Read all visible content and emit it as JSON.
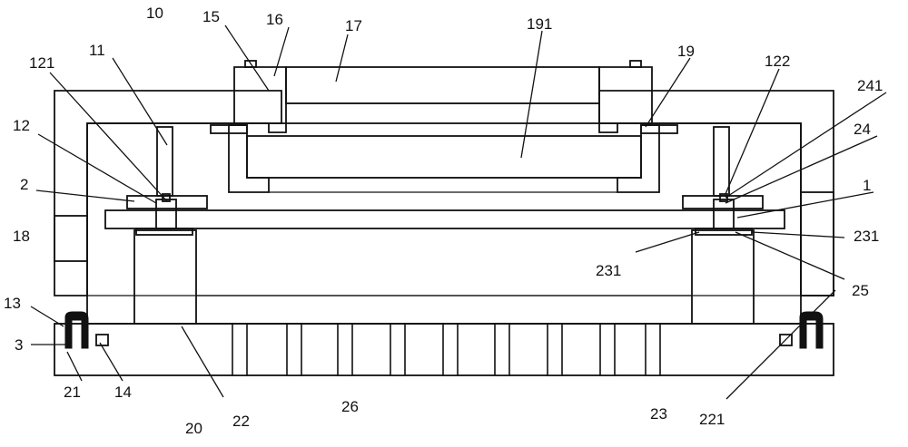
{
  "colors": {
    "line": "#111111",
    "background": "#ffffff",
    "fill_dark": "#111111"
  },
  "labels": {
    "l10": "10",
    "l15": "15",
    "l16": "16",
    "l17": "17",
    "l191": "191",
    "l19": "19",
    "l122": "122",
    "l121": "121",
    "l11": "11",
    "l241": "241",
    "l12": "12",
    "l24": "24",
    "l2": "2",
    "l1": "1",
    "l18": "18",
    "l231a": "231",
    "l231b": "231",
    "l25": "25",
    "l13": "13",
    "l3": "3",
    "l21": "21",
    "l14": "14",
    "l20": "20",
    "l22": "22",
    "l26": "26",
    "l23": "23",
    "l221": "221"
  }
}
